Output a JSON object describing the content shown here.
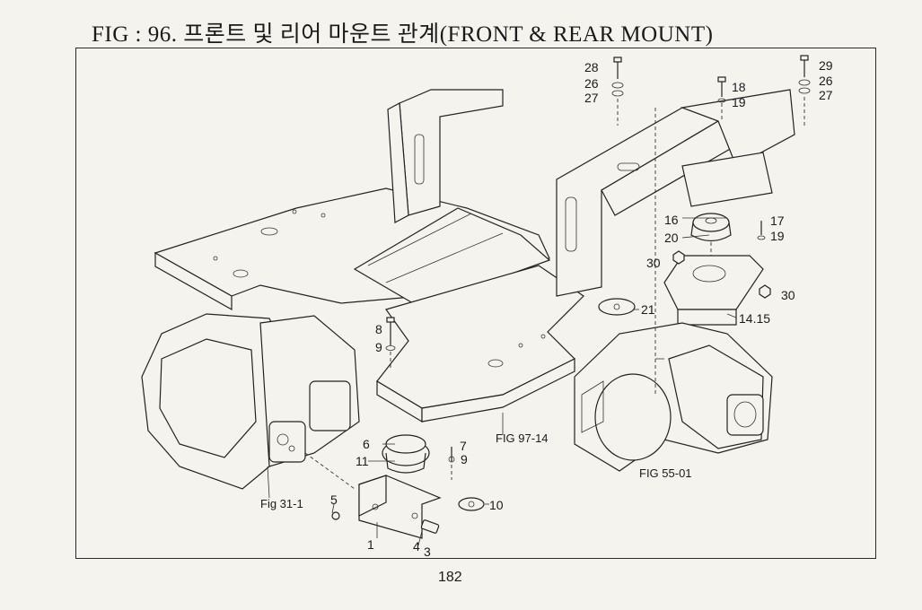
{
  "page": {
    "title": "FIG : 96. 프론트 및 리어 마운트 관계(FRONT & REAR MOUNT)",
    "page_number": "182"
  },
  "callouts": {
    "c1": "1",
    "c3": "3",
    "c4": "4",
    "c5": "5",
    "c6": "6",
    "c7": "7",
    "c8": "8",
    "c9a": "9",
    "c9b": "9",
    "c10": "10",
    "c11": "11",
    "c14": "14.15",
    "c16": "16",
    "c17": "17",
    "c18": "18",
    "c19a": "19",
    "c19b": "19",
    "c20": "20",
    "c21": "21",
    "c26a": "26",
    "c26b": "26",
    "c27a": "27",
    "c27b": "27",
    "c28": "28",
    "c29": "29",
    "c30a": "30",
    "c30b": "30"
  },
  "references": {
    "fig31": "Fig 31-1",
    "fig97": "FIG 97-14",
    "fig55": "FIG 55-01"
  }
}
